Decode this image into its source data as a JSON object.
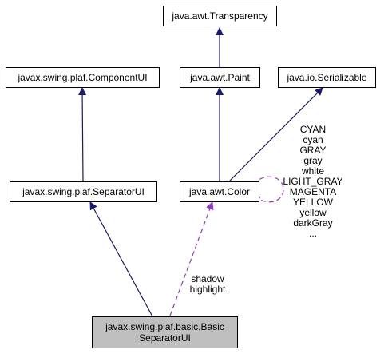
{
  "nodes": {
    "transparency": "java.awt.Transparency",
    "component_ui": "javax.swing.plaf.ComponentUI",
    "paint": "java.awt.Paint",
    "serializable": "java.io.Serializable",
    "separator_ui": "javax.swing.plaf.SeparatorUI",
    "color": "java.awt.Color",
    "basic_separator_ui": {
      "line1": "javax.swing.plaf.basic.Basic",
      "line2": "SeparatorUI"
    }
  },
  "edge_labels": {
    "color_self": [
      "CYAN",
      "cyan",
      "GRAY",
      "gray",
      "white",
      "LIGHT_GRAY",
      "MAGENTA",
      "YELLOW",
      "yellow",
      "darkGray",
      "..."
    ],
    "color_to_basic": [
      "shadow",
      "highlight"
    ]
  },
  "colors": {
    "inheritance_edge": "#191970",
    "usage_edge": "#9a32cd",
    "focus_node_fill": "#bfbfbf"
  }
}
